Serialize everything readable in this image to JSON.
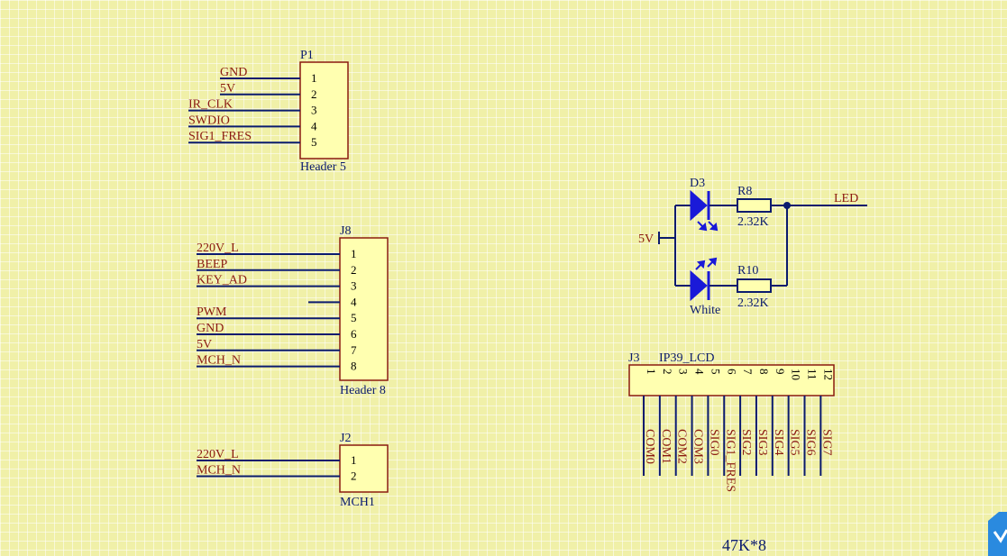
{
  "p1": {
    "ref": "P1",
    "type": "Header 5",
    "pins": [
      "1",
      "2",
      "3",
      "4",
      "5"
    ],
    "nets": [
      "GND",
      "5V",
      "IR_CLK",
      "SWDIO",
      "SIG1_FRES"
    ]
  },
  "j8": {
    "ref": "J8",
    "type": "Header 8",
    "pins": [
      "1",
      "2",
      "3",
      "4",
      "5",
      "6",
      "7",
      "8"
    ],
    "nets": [
      "220V_L",
      "BEEP",
      "KEY_AD",
      "",
      "PWM",
      "GND",
      "5V",
      "MCH_N"
    ]
  },
  "j2": {
    "ref": "J2",
    "type": "MCH1",
    "pins": [
      "1",
      "2"
    ],
    "nets": [
      "220V_L",
      "MCH_N"
    ]
  },
  "led_circuit": {
    "d3_ref": "D3",
    "r8_ref": "R8",
    "r8_value": "2.32K",
    "r10_ref": "R10",
    "r10_value": "2.32K",
    "white_label": "White",
    "power_net": "5V",
    "output_net": "LED"
  },
  "j3": {
    "ref": "J3",
    "type": "IP39_LCD",
    "pins": [
      "1",
      "2",
      "3",
      "4",
      "5",
      "6",
      "7",
      "8",
      "9",
      "10",
      "11",
      "12"
    ],
    "nets": [
      "COM0",
      "COM1",
      "COM2",
      "COM3",
      "SIG0",
      "SIG1_FRES",
      "SIG2",
      "SIG3",
      "SIG4",
      "SIG5",
      "SIG6",
      "SIG7"
    ]
  },
  "note": "47K*8"
}
